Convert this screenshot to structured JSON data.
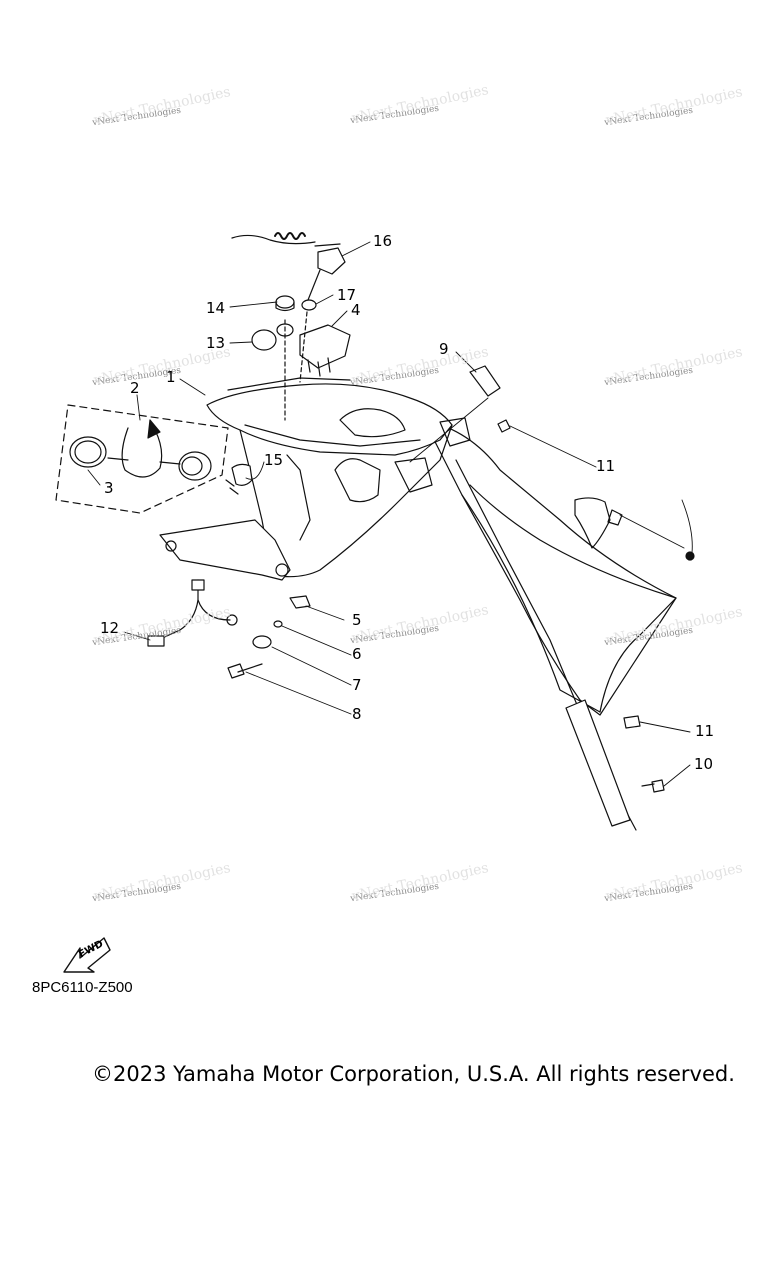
{
  "watermark": {
    "text": "vNext Technologies"
  },
  "callouts": [
    {
      "id": "1",
      "label": "1"
    },
    {
      "id": "2",
      "label": "2"
    },
    {
      "id": "3",
      "label": "3"
    },
    {
      "id": "4",
      "label": "4"
    },
    {
      "id": "5",
      "label": "5"
    },
    {
      "id": "6",
      "label": "6"
    },
    {
      "id": "7",
      "label": "7"
    },
    {
      "id": "8",
      "label": "8"
    },
    {
      "id": "9",
      "label": "9"
    },
    {
      "id": "10",
      "label": "10"
    },
    {
      "id": "11a",
      "label": "11"
    },
    {
      "id": "11b",
      "label": "11"
    },
    {
      "id": "12",
      "label": "12"
    },
    {
      "id": "13",
      "label": "13"
    },
    {
      "id": "14",
      "label": "14"
    },
    {
      "id": "15",
      "label": "15"
    },
    {
      "id": "16",
      "label": "16"
    },
    {
      "id": "17",
      "label": "17"
    }
  ],
  "fwd_label": "FWD",
  "diagram_code": "8PC6110-Z500",
  "copyright": "©2023 Yamaha Motor Corporation, U.S.A. All rights reserved."
}
